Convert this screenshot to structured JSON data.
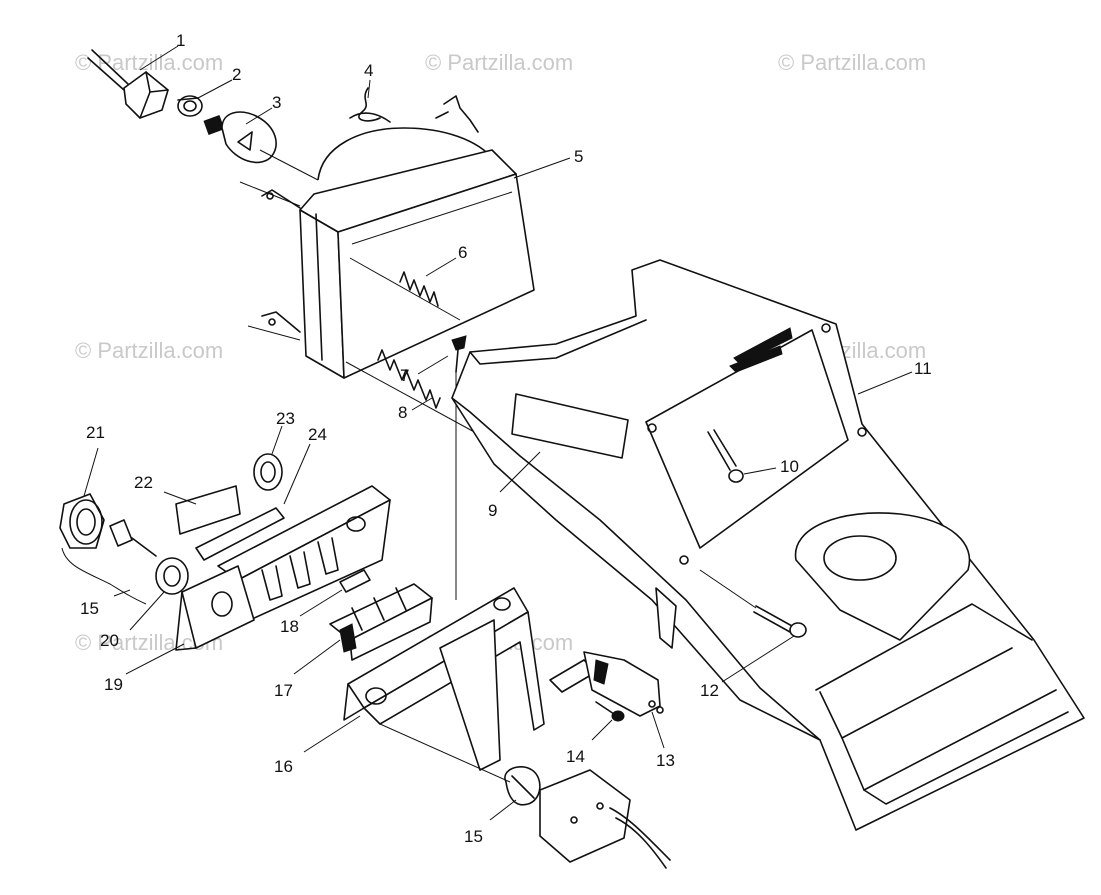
{
  "diagram": {
    "watermark_text": "© Partzilla.com",
    "callouts": [
      {
        "id": "c1",
        "label": "1"
      },
      {
        "id": "c2",
        "label": "2"
      },
      {
        "id": "c3",
        "label": "3"
      },
      {
        "id": "c4",
        "label": "4"
      },
      {
        "id": "c5",
        "label": "5"
      },
      {
        "id": "c6",
        "label": "6"
      },
      {
        "id": "c7",
        "label": "7"
      },
      {
        "id": "c8",
        "label": "8"
      },
      {
        "id": "c9",
        "label": "9"
      },
      {
        "id": "c10",
        "label": "10"
      },
      {
        "id": "c11",
        "label": "11"
      },
      {
        "id": "c12",
        "label": "12"
      },
      {
        "id": "c13",
        "label": "13"
      },
      {
        "id": "c14",
        "label": "14"
      },
      {
        "id": "c15a",
        "label": "15"
      },
      {
        "id": "c15b",
        "label": "15"
      },
      {
        "id": "c16",
        "label": "16"
      },
      {
        "id": "c17",
        "label": "17"
      },
      {
        "id": "c18",
        "label": "18"
      },
      {
        "id": "c19",
        "label": "19"
      },
      {
        "id": "c20",
        "label": "20"
      },
      {
        "id": "c21",
        "label": "21"
      },
      {
        "id": "c22",
        "label": "22"
      },
      {
        "id": "c23",
        "label": "23"
      },
      {
        "id": "c24",
        "label": "24"
      }
    ]
  }
}
